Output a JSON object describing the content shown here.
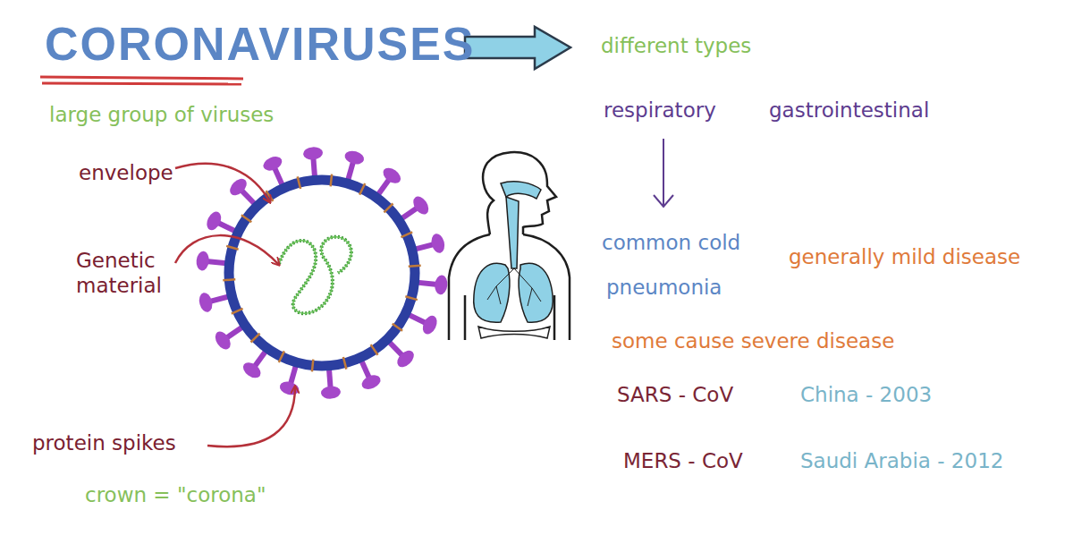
{
  "diagram": {
    "title": "CORONAVIRUSES",
    "labels": [
      "different types",
      "large group of viruses",
      "respiratory",
      "gastrointestinal",
      "envelope",
      "common cold",
      "generally mild disease",
      "Genetic material",
      "pneumonia",
      "some cause severe disease",
      "SARS - CoV",
      "China - 2003",
      "MERS - CoV",
      "Saudi Arabia - 2012",
      "protein spikes",
      "crown = \"corona\""
    ]
  }
}
